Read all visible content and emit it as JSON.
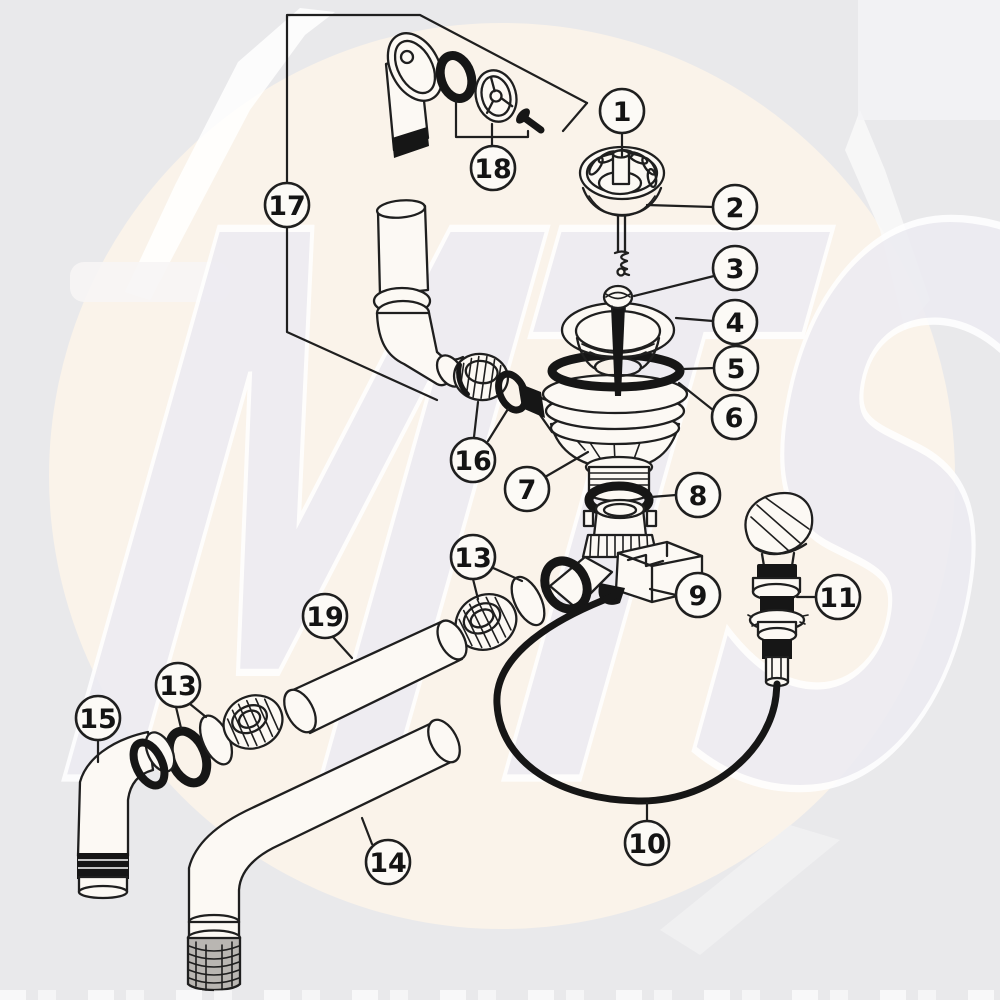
{
  "diagram": {
    "watermark": "MTS",
    "colors": {
      "background": "#e9e9eb",
      "paper_circle": "#faf3ea",
      "line": "#1f1f1f",
      "black_parts": "#161616",
      "watermark_fill": "#edecf2"
    },
    "callouts": [
      {
        "label": "1"
      },
      {
        "label": "2"
      },
      {
        "label": "3"
      },
      {
        "label": "4"
      },
      {
        "label": "5"
      },
      {
        "label": "6"
      },
      {
        "label": "7"
      },
      {
        "label": "8"
      },
      {
        "label": "9"
      },
      {
        "label": "10"
      },
      {
        "label": "11"
      },
      {
        "label": "13"
      },
      {
        "label": "13"
      },
      {
        "label": "14"
      },
      {
        "label": "15"
      },
      {
        "label": "16"
      },
      {
        "label": "17"
      },
      {
        "label": "18"
      },
      {
        "label": "19"
      }
    ]
  }
}
